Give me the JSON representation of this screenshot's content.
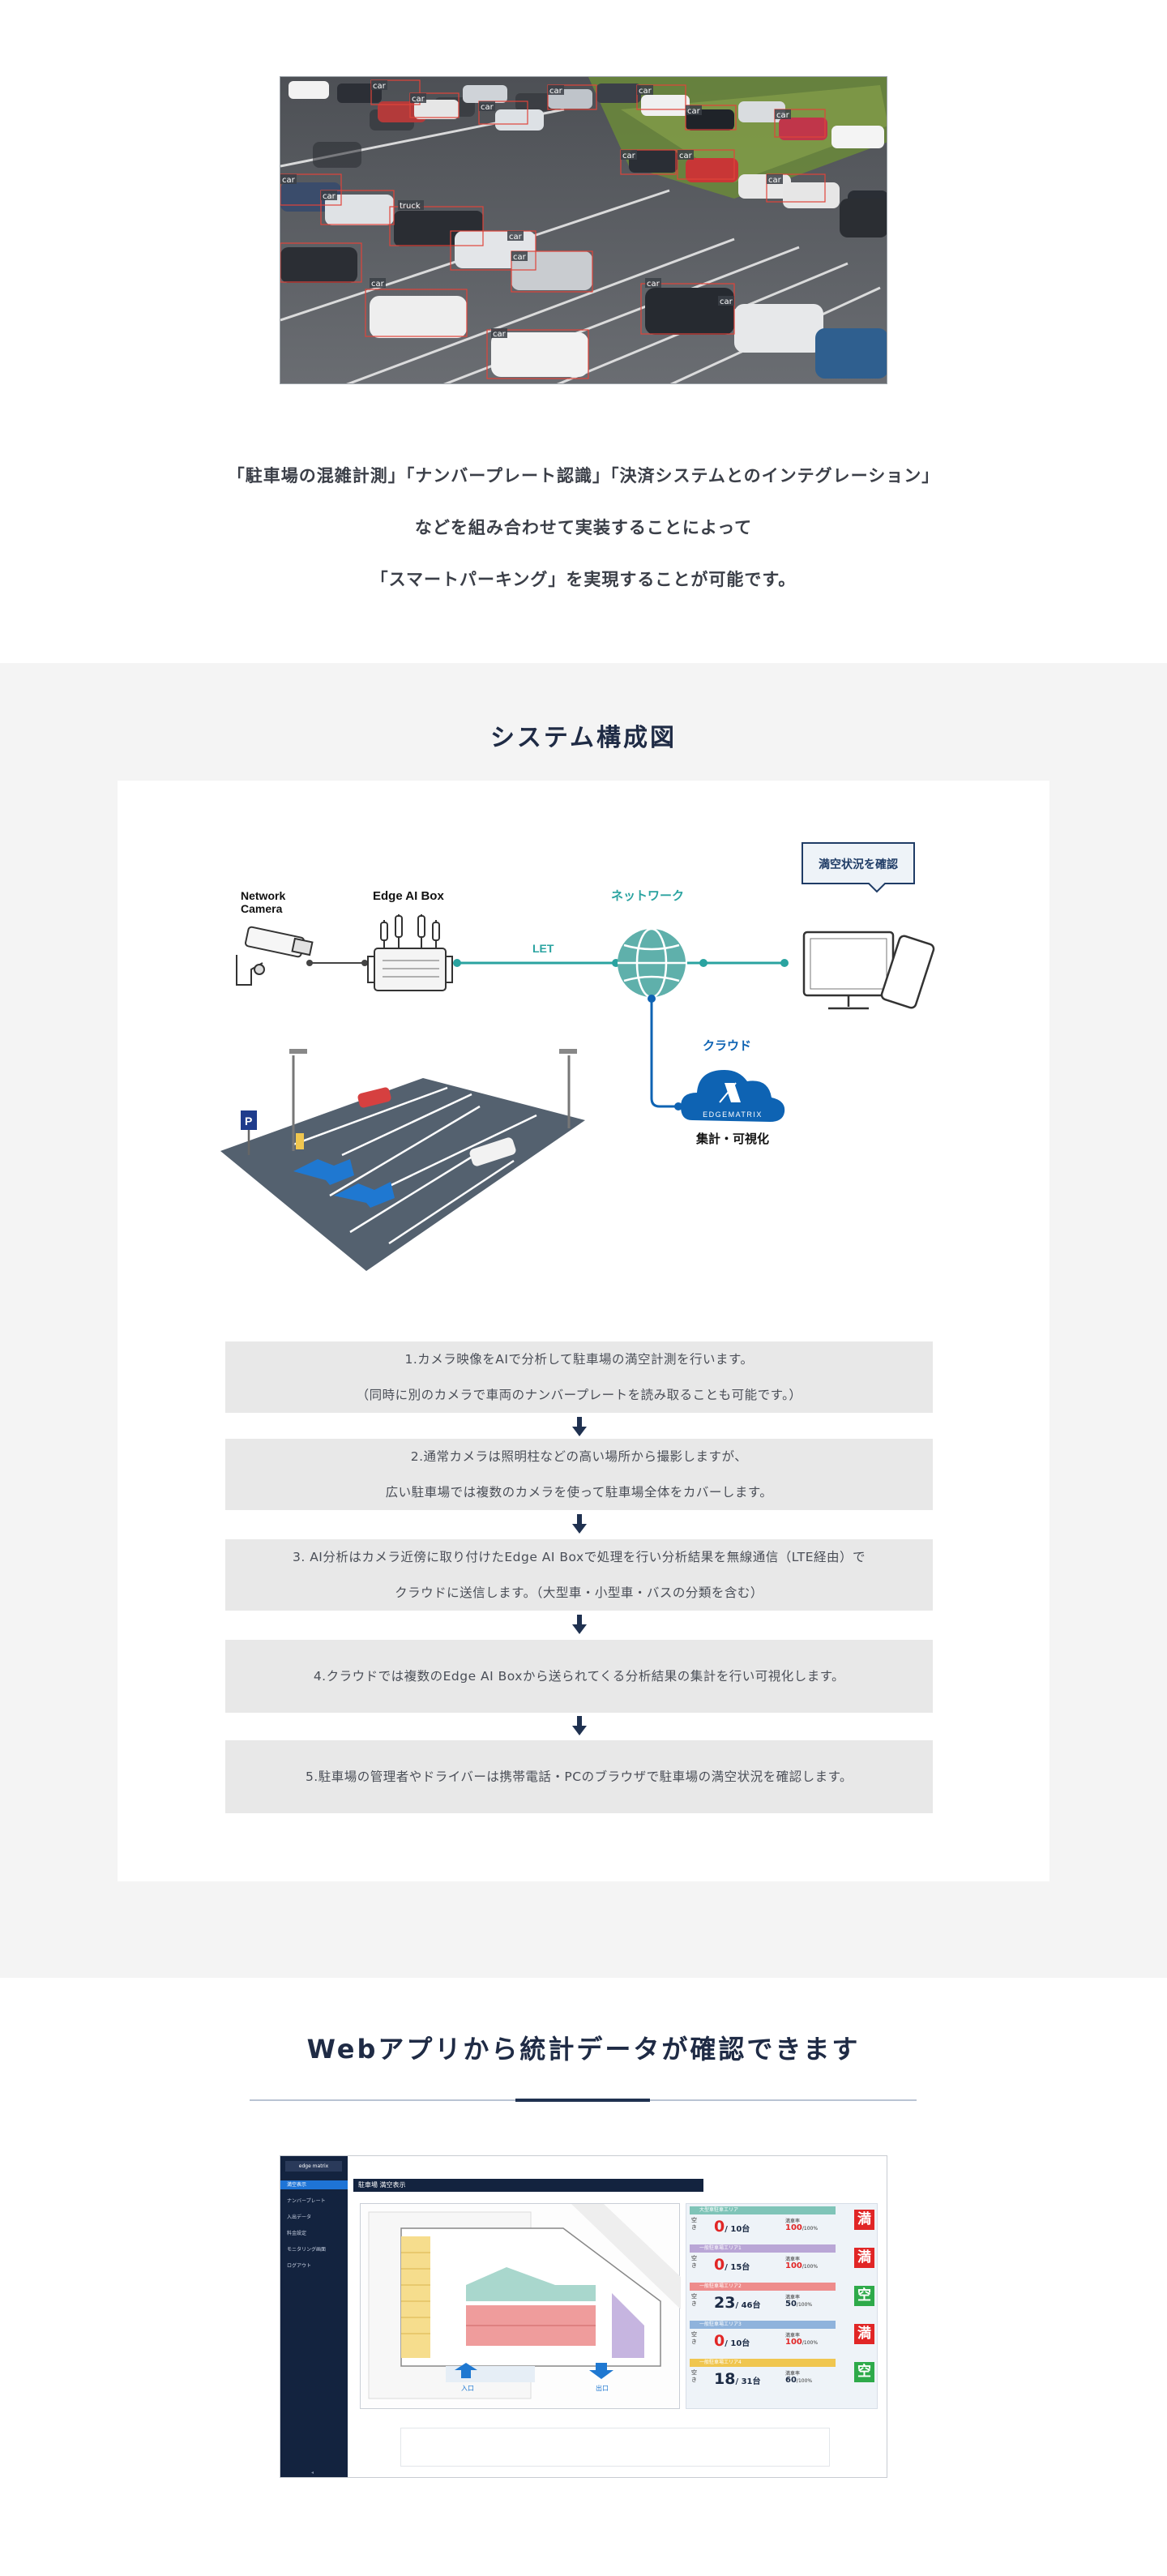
{
  "hero": {
    "detections": [
      {
        "label": "car"
      },
      {
        "label": "car"
      },
      {
        "label": "car"
      },
      {
        "label": "car"
      },
      {
        "label": "car"
      },
      {
        "label": "car"
      },
      {
        "label": "car"
      },
      {
        "label": "car"
      },
      {
        "label": "car"
      },
      {
        "label": "car"
      },
      {
        "label": "car"
      },
      {
        "label": "car"
      },
      {
        "label": "truck"
      },
      {
        "label": "car"
      },
      {
        "label": "car"
      },
      {
        "label": "car"
      },
      {
        "label": "car"
      },
      {
        "label": "car"
      },
      {
        "label": "car"
      }
    ]
  },
  "intro": {
    "line1": "「駐車場の混雑計測」「ナンバープレート認識」「決済システムとのインテグレーション」",
    "line2": "などを組み合わせて実装することによって",
    "line3": "「スマートパーキング」を実現することが可能です。"
  },
  "system": {
    "title": "システム構成図",
    "diagram": {
      "camera": "Network Camera",
      "camera_line1": "Network",
      "camera_line2": "Camera",
      "edge_box": "Edge AI Box",
      "lte": "LET",
      "network": "ネットワーク",
      "check_bubble": "満空状況を確認",
      "cloud": "クラウド",
      "cloud_brand": "EDGEMATRIX",
      "cloud_caption": "集計・可視化"
    },
    "steps": [
      {
        "line1": "1.カメラ映像をAIで分析して駐車場の満空計測を行います。",
        "line2": "（同時に別のカメラで車両のナンバープレートを読み取ることも可能です。）"
      },
      {
        "line1": "2.通常カメラは照明柱などの高い場所から撮影しますが、",
        "line2": "広い駐車場では複数のカメラを使って駐車場全体をカバーします。"
      },
      {
        "line1": "3. AI分析はカメラ近傍に取り付けたEdge AI Boxで処理を行い分析結果を無線通信（LTE経由）で",
        "line2": "クラウドに送信します。（大型車・小型車・バスの分類を含む）"
      },
      {
        "line1": "4.クラウドでは複数のEdge AI Boxから送られてくる分析結果の集計を行い可視化します。",
        "line2": ""
      },
      {
        "line1": "5.駐車場の管理者やドライバーは携帯電話・PCのブラウザで駐車場の満空状況を確認します。",
        "line2": ""
      }
    ]
  },
  "webapp": {
    "title": "Webアプリから統計データが確認できます",
    "app": {
      "logo": "edge matrix",
      "nav": [
        "満空表示",
        "ナンバープレート",
        "入出データ",
        "料金設定",
        "モニタリング画面",
        "ログアウト"
      ],
      "header": "駐車場 満空表示",
      "map_labels": {
        "entrance": "入口",
        "exit": "出口"
      },
      "lots": [
        {
          "name": "大型車駐車エリア",
          "color": "#7fc4b8",
          "avail_label": "空き",
          "count": "0",
          "total": "10台",
          "rate_label": "満車率",
          "rate": "100",
          "rate_unit": "/100%",
          "status": "満",
          "status_color": "#e12626"
        },
        {
          "name": "一般駐車場エリア1",
          "color": "#b9a6d6",
          "avail_label": "空き",
          "count": "0",
          "total": "15台",
          "rate_label": "満車率",
          "rate": "100",
          "rate_unit": "/100%",
          "status": "満",
          "status_color": "#e12626"
        },
        {
          "name": "一般駐車場エリア2",
          "color": "#ee8c8c",
          "avail_label": "空き",
          "count": "23",
          "total": "46台",
          "rate_label": "満車率",
          "rate": "50",
          "rate_unit": "/100%",
          "status": "空",
          "status_color": "#2eaa4a"
        },
        {
          "name": "一般駐車場エリア3",
          "color": "#8fb3dc",
          "avail_label": "空き",
          "count": "0",
          "total": "10台",
          "rate_label": "満車率",
          "rate": "100",
          "rate_unit": "/100%",
          "status": "満",
          "status_color": "#e12626"
        },
        {
          "name": "一般駐車場エリア4",
          "color": "#f0c64f",
          "avail_label": "空き",
          "count": "18",
          "total": "31台",
          "rate_label": "満車率",
          "rate": "60",
          "rate_unit": "/100%",
          "status": "空",
          "status_color": "#2eaa4a"
        }
      ]
    }
  },
  "colors": {
    "navy": "#1f2b45",
    "teal": "#2aa3a0",
    "blue": "#0e63b3",
    "band": "#f4f4f4",
    "step_bg": "#e8e8e8"
  }
}
